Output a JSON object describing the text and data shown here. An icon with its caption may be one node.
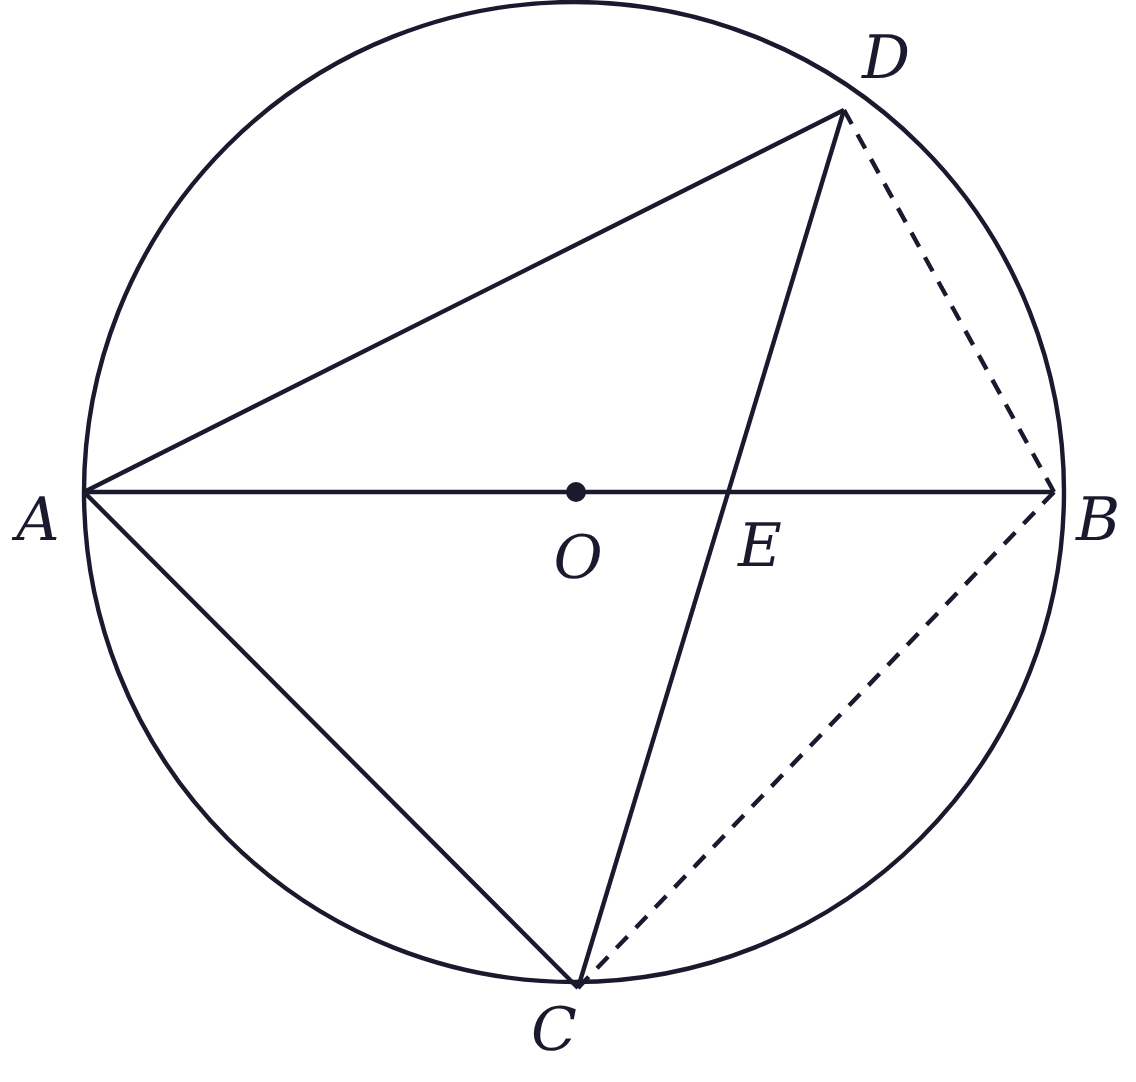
{
  "diagram": {
    "nodes": [
      {
        "text": [
          "A"
        ]
      },
      {
        "text": [
          "B"
        ]
      },
      {
        "text": [
          "C"
        ]
      },
      {
        "text": [
          "D"
        ]
      }
    ],
    "edges": [
      {
        "from": 0,
        "to": 3,
        "arrow": "none"
      },
      {
        "from": 0,
        "to": 1,
        "arrow": "none"
      },
      {
        "from": 0,
        "to": 2,
        "arrow": "none"
      },
      {
        "from": 3,
        "to": 2,
        "arrow": "none"
      },
      {
        "from": 3,
        "to": 1,
        "arrow": "none",
        "style": "dashed"
      },
      {
        "from": 1,
        "to": 2,
        "arrow": "none",
        "style": "dashed"
      }
    ],
    "labels": [
      "O",
      "E"
    ]
  }
}
